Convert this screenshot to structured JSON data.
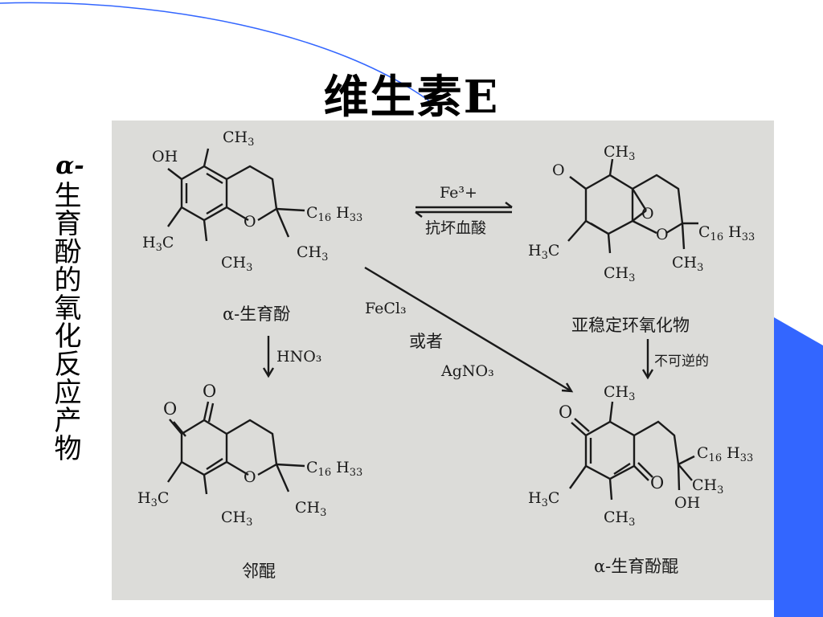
{
  "title": "维生素E",
  "side_label": {
    "alpha": "α-",
    "text": "生育酚的氧化反应产物"
  },
  "reagents": {
    "fe": "Fe³+",
    "ascorbic": "抗坏血酸",
    "fecl": "FeCl₃",
    "or": "或者",
    "agno": "AgNO₃",
    "hno": "HNO₃",
    "irreversible": "不可逆的"
  },
  "compounds": {
    "tocopherol": "α-生育酚",
    "epoxide": "亚稳定环氧化物",
    "orthoquinone": "邻醌",
    "tocoquinone": "α-生育酚醌"
  },
  "colors": {
    "accent_blue": "#3366ff",
    "photo_bg": "#dcdcd9"
  }
}
